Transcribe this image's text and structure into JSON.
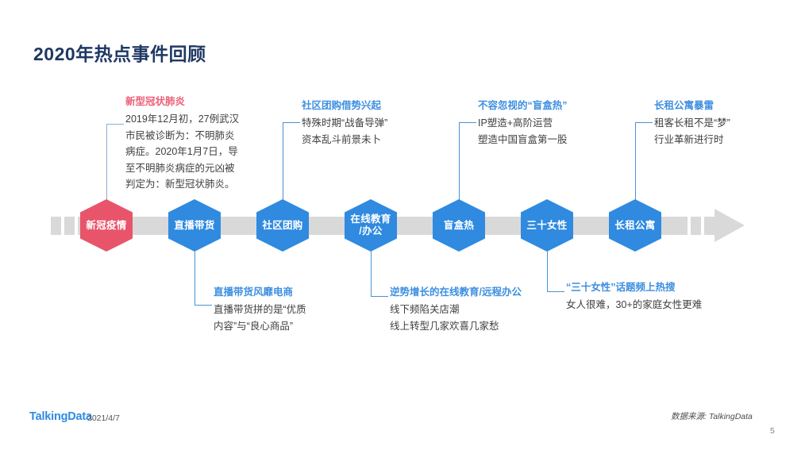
{
  "slide": {
    "title": "2020年热点事件回顾",
    "title_color": "#1f3864",
    "accent_blue": "#2f8ae0",
    "accent_red": "#e8556b",
    "bar_color": "#d9d9d9"
  },
  "timeline": {
    "nodes": [
      {
        "label": "新冠疫情",
        "color": "red"
      },
      {
        "label": "直播带货",
        "color": "blue"
      },
      {
        "label": "社区团购",
        "color": "blue"
      },
      {
        "label": "在线教育\n/办公",
        "color": "blue"
      },
      {
        "label": "盲盒热",
        "color": "blue"
      },
      {
        "label": "三十女性",
        "color": "blue"
      },
      {
        "label": "长租公寓",
        "color": "blue"
      }
    ]
  },
  "callouts": {
    "top": [
      {
        "title": "新型冠状肺炎",
        "color": "red",
        "lines": [
          "2019年12月初，27例武汉",
          "市民被诊断为：不明肺炎",
          "病症。2020年1月7日，导",
          "至不明肺炎病症的元凶被",
          "判定为：新型冠状肺炎。"
        ]
      },
      {
        "title": "社区团购借势兴起",
        "color": "blue",
        "lines": [
          "特殊时期“战备导弹”",
          "资本乱斗前景未卜"
        ]
      },
      {
        "title": "不容忽视的“盲盒热”",
        "color": "blue",
        "lines": [
          "IP塑造+高阶运营",
          "塑造中国盲盒第一股"
        ]
      },
      {
        "title": "长租公寓暴雷",
        "color": "blue",
        "lines": [
          "租客长租不是“梦”",
          "行业革新进行时"
        ]
      }
    ],
    "bottom": [
      {
        "title": "直播带货风靡电商",
        "color": "blue",
        "lines": [
          "直播带货拼的是“优质",
          "内容”与“良心商品”"
        ]
      },
      {
        "title": "逆势增长的在线教育/远程办公",
        "color": "blue",
        "lines": [
          "线下频陷关店潮",
          "线上转型几家欢喜几家愁"
        ]
      },
      {
        "title": "“三十女性”话题频上热搜",
        "color": "blue",
        "lines": [
          "女人很难，30+的家庭女性更难"
        ]
      }
    ]
  },
  "footer": {
    "logo": "TalkingData",
    "date": "2021/4/7",
    "source": "数据来源: TalkingData",
    "page_number": "5"
  }
}
